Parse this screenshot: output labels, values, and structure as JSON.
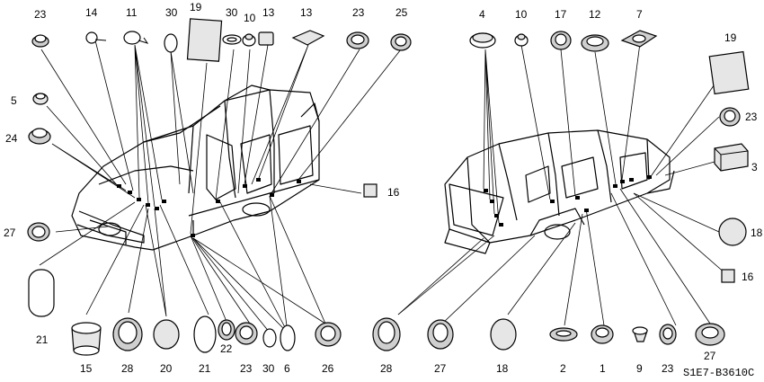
{
  "diagram": {
    "code": "S1E7-B3610C",
    "left_callouts": [
      "23",
      "14",
      "11",
      "30",
      "19",
      "30",
      "10",
      "13",
      "13",
      "23",
      "25",
      "5",
      "24",
      "27",
      "21",
      "15",
      "28",
      "20",
      "21",
      "22",
      "23",
      "30",
      "6",
      "26"
    ],
    "right_callouts": [
      "4",
      "10",
      "17",
      "12",
      "7",
      "19",
      "23",
      "3",
      "16",
      "18",
      "16",
      "28",
      "27",
      "18",
      "2",
      "1",
      "9",
      "23",
      "27"
    ]
  }
}
